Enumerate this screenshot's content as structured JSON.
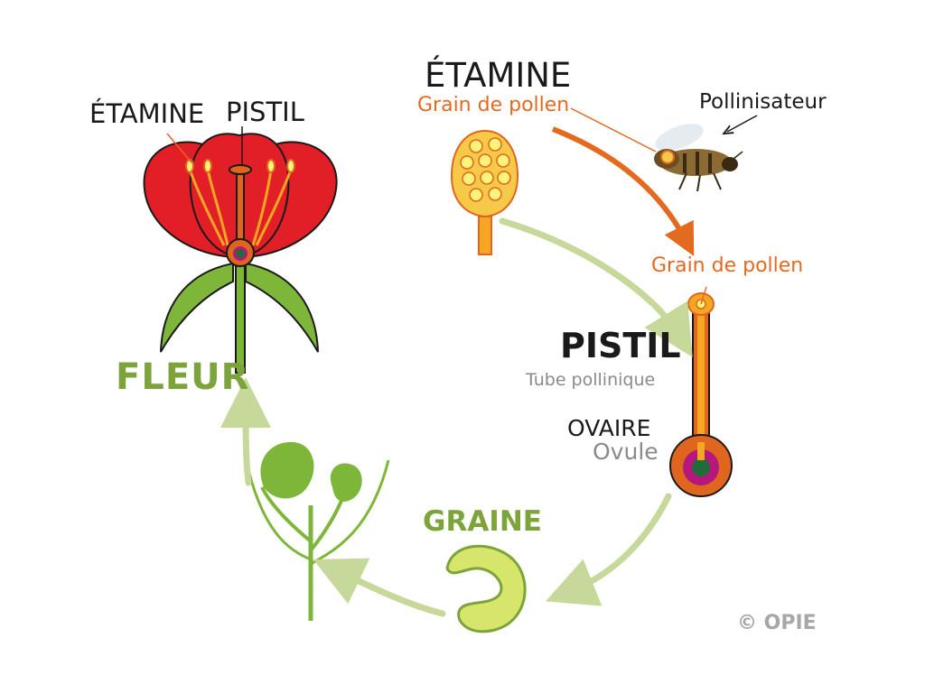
{
  "labels": {
    "etamine_left": "ÉTAMINE",
    "pistil_left": "PISTIL",
    "fleur": "FLEUR",
    "etamine_top": "ÉTAMINE",
    "grain_pollen_top": "Grain de pollen",
    "pollinisateur": "Pollinisateur",
    "grain_pollen_right": "Grain de pollen",
    "pistil_right": "PISTIL",
    "tube_pollinique": "Tube pollinique",
    "ovaire": "OVAIRE",
    "ovule": "Ovule",
    "graine": "GRAINE",
    "copyright": "© OPIE"
  },
  "colors": {
    "petal": "#e21f26",
    "stamen": "#f5a623",
    "pistil": "#e0661f",
    "leaf_green": "#7eb63a",
    "dark_green": "#1f6b3a",
    "cycle_arrow": "#c6d89a",
    "pollen_arrow": "#e36a1f",
    "ovule_magenta": "#b5177d",
    "seed": "#d7e66b"
  }
}
